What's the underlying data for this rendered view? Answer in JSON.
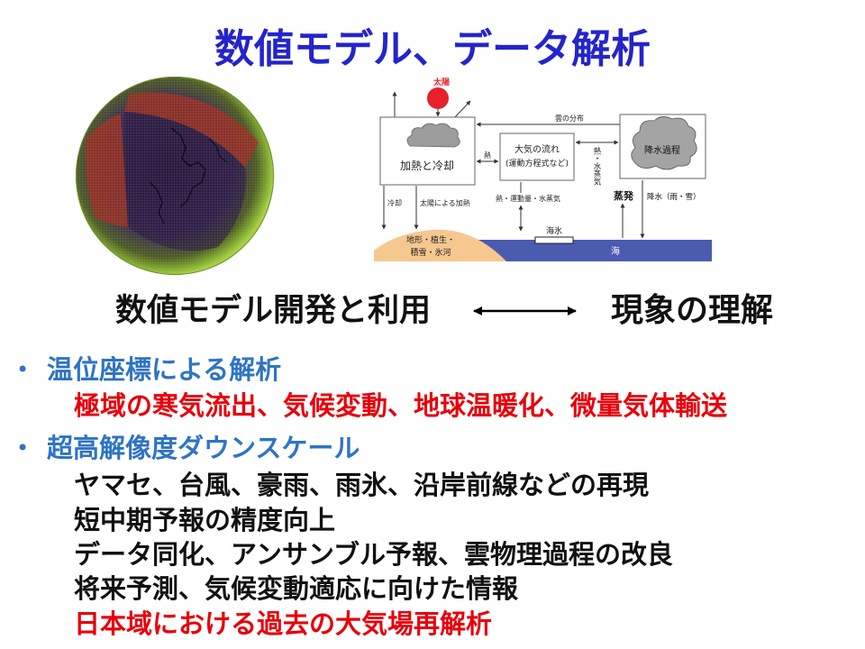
{
  "slide": {
    "title": "数値モデル、データ解析",
    "left_label": "数値モデル開発と利用",
    "right_label": "現象の理解",
    "bullet_marker": "•",
    "sections": [
      {
        "heading": "温位座標による解析",
        "lines": [
          {
            "text": "極域の寒気流出、気候変動、地球温暖化、微量気体輸送",
            "color": "#e8000b"
          }
        ]
      },
      {
        "heading": "超高解像度ダウンスケール",
        "lines": [
          {
            "text": "ヤマセ、台風、豪雨、雨氷、沿岸前線などの再現",
            "color": "#111111"
          },
          {
            "text": "短中期予報の精度向上",
            "color": "#111111"
          },
          {
            "text": "データ同化、アンサンブル予報、雲物理過程の改良",
            "color": "#111111"
          },
          {
            "text": "将来予測、気候変動適応に向けた情報",
            "color": "#111111"
          },
          {
            "text": "日本域における過去の大気場再解析",
            "color": "#e8000b"
          }
        ]
      }
    ]
  },
  "diagram": {
    "sun_label": "太陽",
    "cloud_distribution_label": "雲の分布",
    "heating_cooling_box": "加熱と冷却",
    "atmosphere_flow_line1": "大気の流れ",
    "atmosphere_flow_line2": "(運動方程式など)",
    "precipitation_process_box": "降水過程",
    "heat_label": "熱",
    "heat_vapor_label": "熱・水蒸気",
    "cooling_label": "冷却",
    "solar_heating_label": "太陽による加熱",
    "flux_label": "熱・運動量・水蒸気",
    "evaporation_label": "蒸発",
    "precipitation_label": "降水（雨・雪）",
    "sea_ice_label": "海氷",
    "ocean_label": "海",
    "land_label_line1": "地形・植生・",
    "land_label_line2": "積雪・氷河"
  },
  "colors": {
    "title": "#2424cc",
    "heading": "#2e74c4",
    "highlight": "#e8000b",
    "sun": "#e8202a",
    "land": "#f6c890",
    "ocean": "#4b5bb0"
  }
}
